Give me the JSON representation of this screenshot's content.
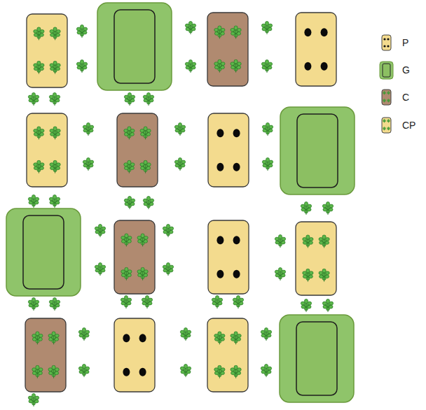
{
  "diagram": {
    "legend": [
      {
        "text": "P"
      },
      {
        "text": "G"
      },
      {
        "text": "C"
      },
      {
        "text": "CP"
      }
    ]
  }
}
